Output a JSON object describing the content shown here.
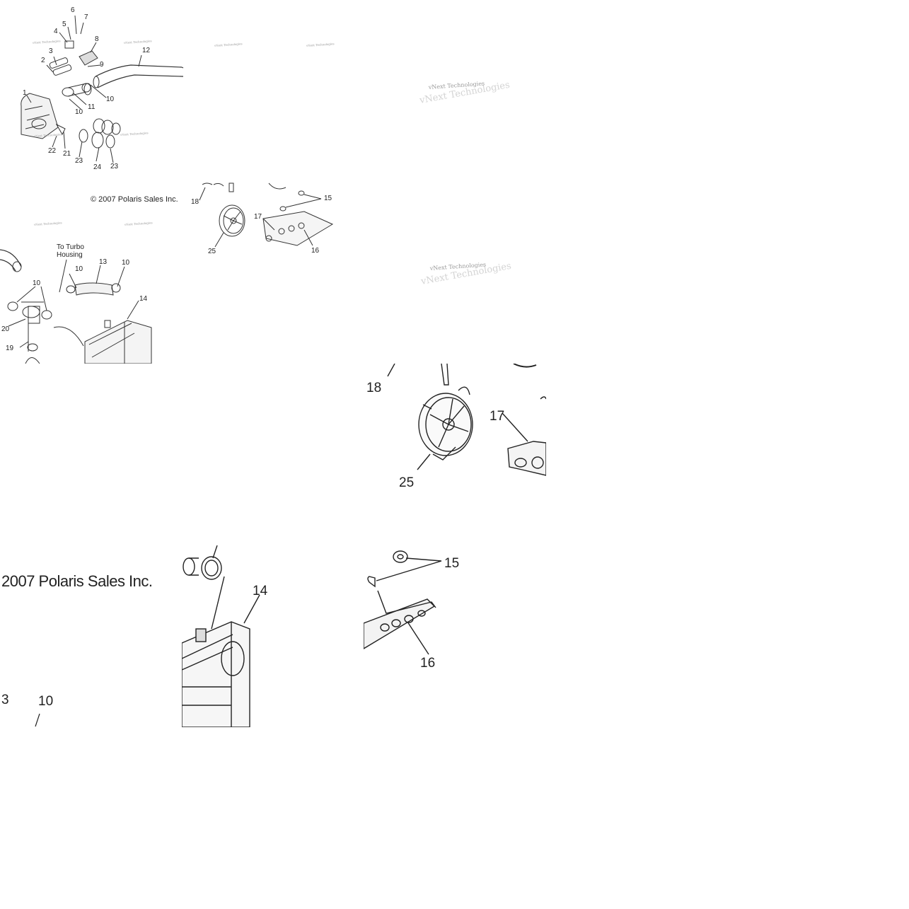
{
  "copyright": "© 2007 Polaris Sales Inc.",
  "copyright_zoom": "2007 Polaris Sales Inc.",
  "watermark": "vNext Technologies",
  "note_turbo": [
    "To Turbo",
    "Housing"
  ],
  "callouts_overview": [
    "1",
    "2",
    "3",
    "4",
    "5",
    "6",
    "7",
    "8",
    "9",
    "10",
    "11",
    "12",
    "10",
    "21",
    "22",
    "23",
    "24",
    "23"
  ],
  "callouts_fan_small": [
    "18",
    "15",
    "17",
    "25",
    "16"
  ],
  "callouts_intercooler": [
    "10",
    "13",
    "10",
    "10",
    "14",
    "20",
    "19"
  ],
  "callouts_fan_zoom": [
    "18",
    "17",
    "25"
  ],
  "callouts_bl": [
    "3",
    "10"
  ],
  "callouts_intercooler_zoom": [
    "14"
  ],
  "callouts_bracket_zoom": [
    "15",
    "16"
  ]
}
